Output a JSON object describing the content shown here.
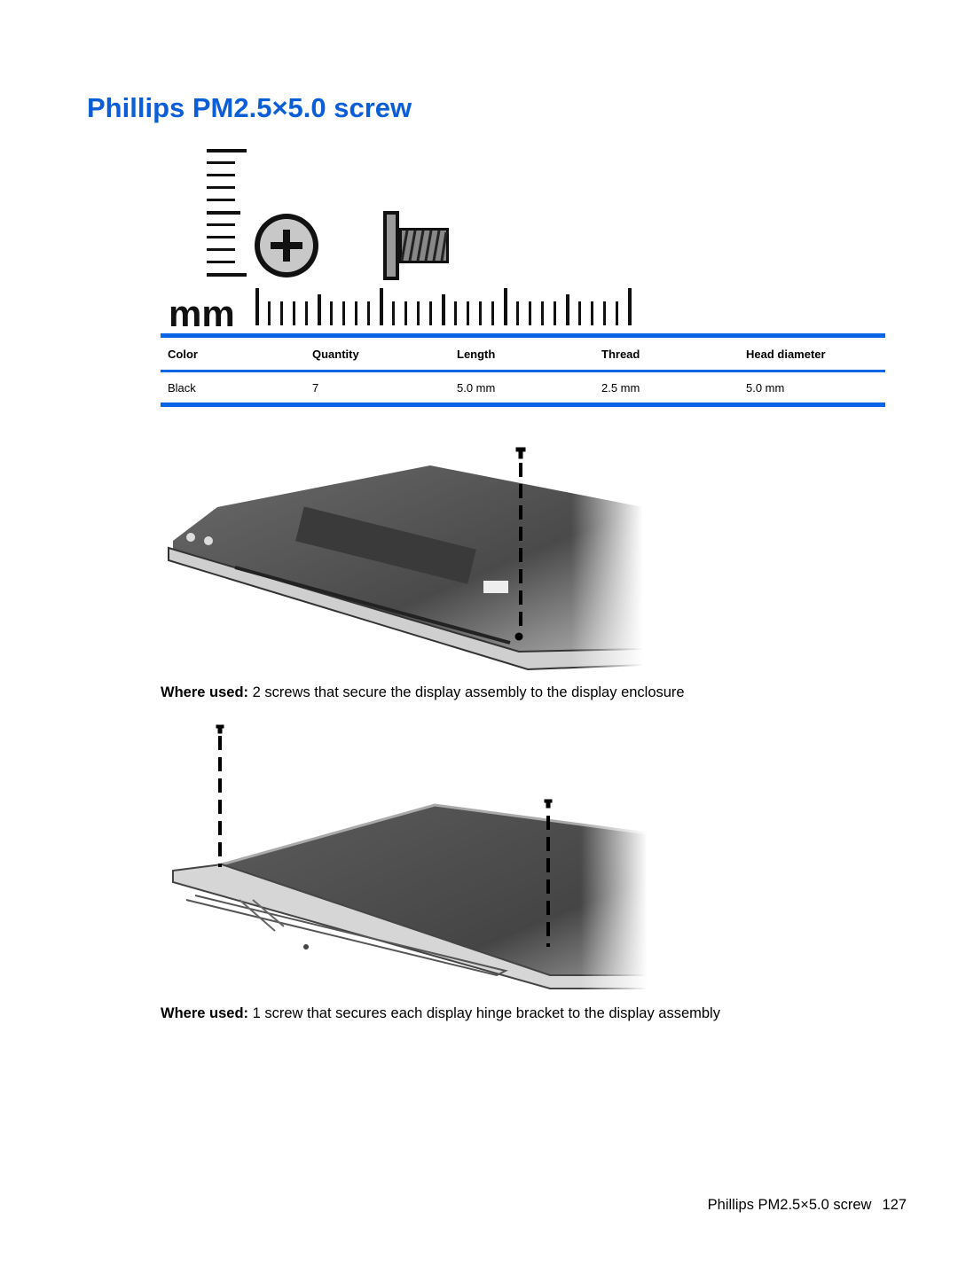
{
  "page": {
    "title": "Phillips PM2.5×5.0 screw"
  },
  "figure_scale": {
    "unit_label": "mm",
    "icons": [
      "phillips-head-icon",
      "screw-side-icon"
    ]
  },
  "spec_table": {
    "headers": [
      "Color",
      "Quantity",
      "Length",
      "Thread",
      "Head diameter"
    ],
    "rows": [
      [
        "Black",
        "7",
        "5.0 mm",
        "2.5 mm",
        "5.0 mm"
      ]
    ],
    "accent_color": "#0a64e6"
  },
  "usages": [
    {
      "label": "Where used:",
      "text": " 2 screws that secure the display assembly to the display enclosure"
    },
    {
      "label": "Where used:",
      "text": " 1 screw that secures each display hinge bracket to the display assembly"
    }
  ],
  "footer": {
    "running_title": "Phillips PM2.5×5.0 screw",
    "page_number": "127"
  }
}
